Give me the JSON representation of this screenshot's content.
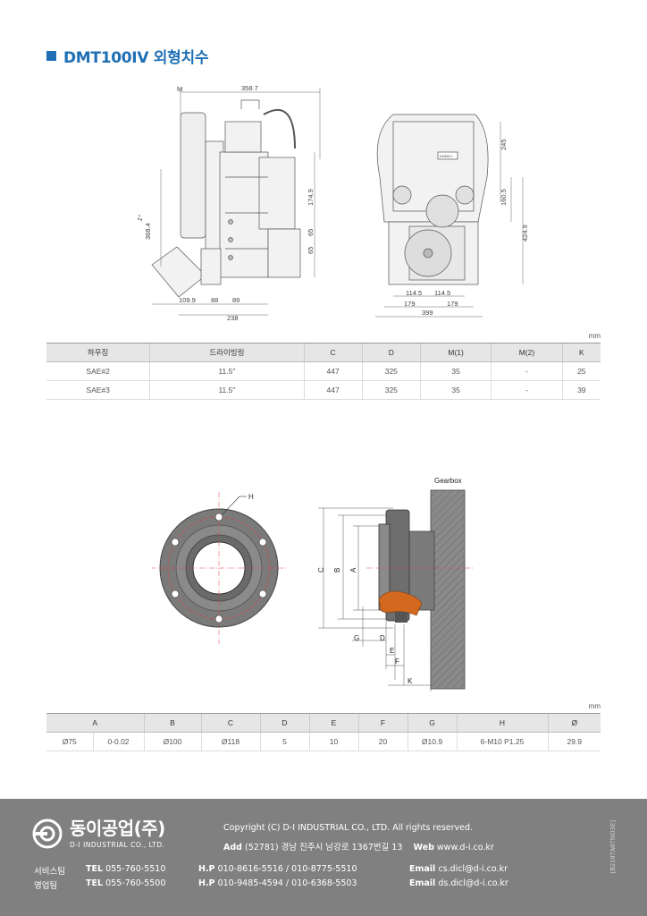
{
  "page_title": "DMT100IV 외형치수",
  "dimensions_drawing": {
    "labels": [
      "M",
      "358.7",
      "368.4",
      "1°",
      "174.9",
      "65",
      "65",
      "109.9",
      "88",
      "89",
      "238",
      "245",
      "160.5",
      "424.9",
      "114.5",
      "114.5",
      "179",
      "179",
      "399"
    ],
    "nameplate": "DONG-I"
  },
  "table1": {
    "unit": "mm",
    "headers": [
      "하우징",
      "드라이빙링",
      "C",
      "D",
      "M(1)",
      "M(2)",
      "K"
    ],
    "rows": [
      [
        "SAE#2",
        "11.5\"",
        "447",
        "325",
        "35",
        "-",
        "25"
      ],
      [
        "SAE#3",
        "11.5\"",
        "447",
        "325",
        "35",
        "-",
        "39"
      ]
    ]
  },
  "coupling_drawing": {
    "labels": {
      "h": "H",
      "gearbox": "Gearbox",
      "c": "C",
      "b": "B",
      "a": "A",
      "g": "G",
      "d": "D",
      "e": "E",
      "f": "F",
      "k": "K"
    }
  },
  "table2": {
    "unit": "mm",
    "headers": [
      "A",
      "B",
      "C",
      "D",
      "E",
      "F",
      "G",
      "H",
      "Ø"
    ],
    "row": [
      "Ø75",
      "0-0.02",
      "Ø100",
      "Ø118",
      "5",
      "10",
      "20",
      "Ø10.9",
      "6-M10 P1.25",
      "29.9"
    ]
  },
  "footer": {
    "logo_ko": "동이공업(주)",
    "logo_en": "D-I INDUSTRIAL CO., LTD.",
    "copyright": "Copyright (C) D-I INDUSTRIAL CO., LTD. All rights reserved.",
    "add_label": "Add",
    "address": "(52781) 경남 진주시 남강로 1367번길 13",
    "web_label": "Web",
    "web": "www.d-i.co.kr",
    "service_team": "서비스팀",
    "sales_team": "영업팀",
    "tel_label": "TEL",
    "hp_label": "H.P",
    "email_label": "Email",
    "service_tel": "055-760-5510",
    "service_hp": "010-8616-5516 / 010-8775-5510",
    "service_email": "cs.dicl@d-i.co.kr",
    "sales_tel": "055-760-5500",
    "sales_hp": "010-9485-4594 / 010-6368-5503",
    "sales_email": "ds.dicl@d-i.co.kr",
    "doc_code": "[B2107A07NO3E]"
  },
  "colors": {
    "accent": "#1f6fb5",
    "footer_bg": "#808080",
    "highlight": "#d2691e"
  }
}
